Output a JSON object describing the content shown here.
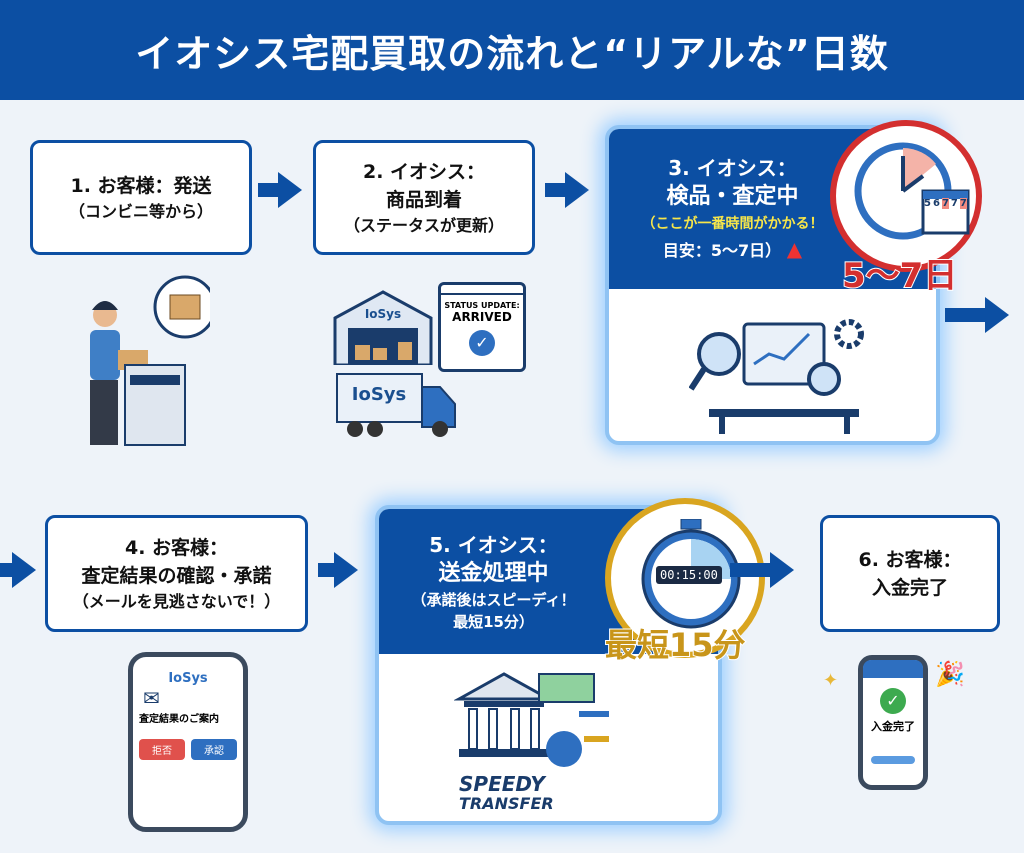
{
  "title": "イオシス宅配買取の流れと“リアルな”日数",
  "steps": [
    {
      "title": "1. お客様：発送",
      "sub": "（コンビニ等から）"
    },
    {
      "title1": "2. イオシス：",
      "title2": "商品到着",
      "sub": "（ステータスが更新）",
      "illustration": {
        "warehouse_label": "IoSys",
        "truck_label": "IoSys",
        "status_line1": "STATUS UPDATE:",
        "status_line2": "ARRIVED"
      }
    },
    {
      "title1": "3. イオシス：",
      "title2": "検品・査定中",
      "note": "（ここが一番時間がかかる！",
      "sub": "目安：5〜7日）",
      "badge": "5〜7日",
      "calendar": [
        "5",
        "6",
        "7",
        "7",
        "7"
      ]
    },
    {
      "title1": "4. お客様：",
      "title2": "査定結果の確認・承諾",
      "sub": "（メールを見逃さないで！）",
      "illustration": {
        "brand": "IoSys",
        "mail_subject": "査定結果のご案内",
        "btn_red": "拒否",
        "btn_blue": "承認"
      }
    },
    {
      "title1": "5. イオシス：",
      "title2": "送金処理中",
      "sub1": "（承諾後はスピーディ！",
      "sub2": "最短15分）",
      "badge": "最短15分",
      "timer": "00:15:00",
      "illustration": {
        "line1": "SPEEDY",
        "line2": "TRANSFER"
      }
    },
    {
      "title1": "6. お客様：",
      "title2": "入金完了",
      "illustration": {
        "screen_text": "入金完了"
      }
    }
  ],
  "colors": {
    "primary": "#0c4fa3",
    "accent_red": "#d32f2f",
    "accent_gold": "#d9a520",
    "note_yellow": "#f7e64a"
  }
}
